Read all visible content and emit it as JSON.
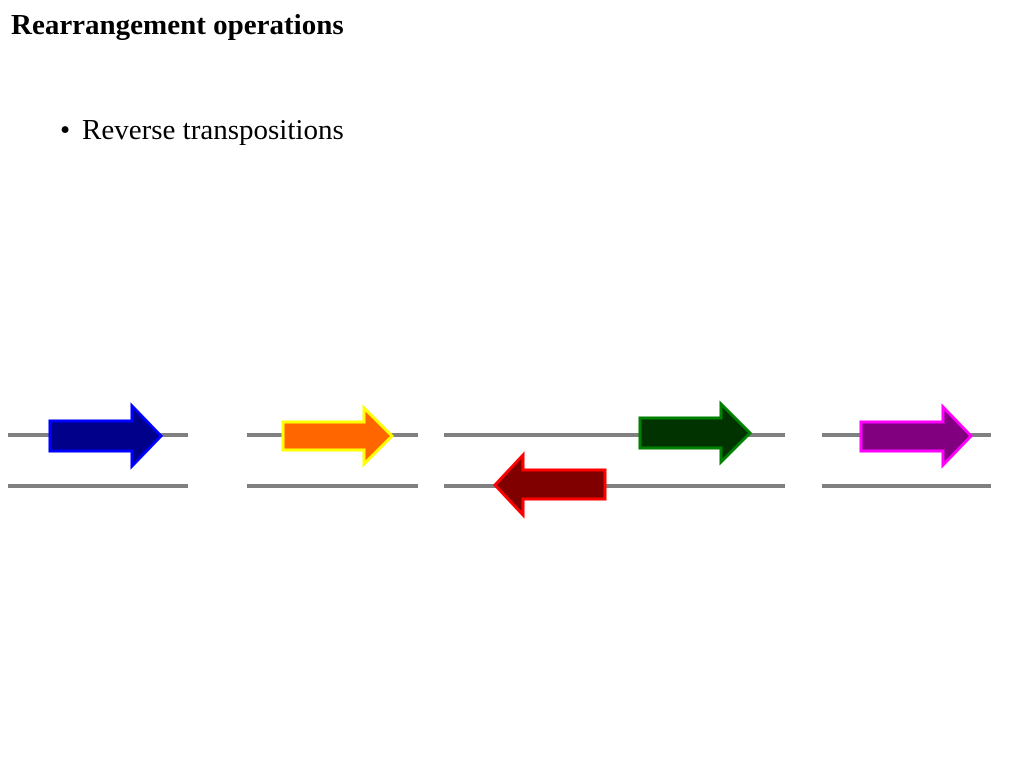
{
  "slide": {
    "title": "Rearrangement operations",
    "bullets": [
      {
        "marker": "•",
        "text": "Reverse transpositions"
      }
    ]
  },
  "diagram": {
    "line_color": "#808080",
    "arrows": [
      {
        "id": "blue",
        "direction": "right",
        "fill": "#00008B",
        "stroke": "#0000FF"
      },
      {
        "id": "orange",
        "direction": "right",
        "fill": "#FF6600",
        "stroke": "#FFFF00"
      },
      {
        "id": "red",
        "direction": "left",
        "fill": "#800000",
        "stroke": "#FF0000"
      },
      {
        "id": "green",
        "direction": "right",
        "fill": "#003300",
        "stroke": "#008000"
      },
      {
        "id": "purple",
        "direction": "right",
        "fill": "#800080",
        "stroke": "#FF00FF"
      }
    ]
  }
}
